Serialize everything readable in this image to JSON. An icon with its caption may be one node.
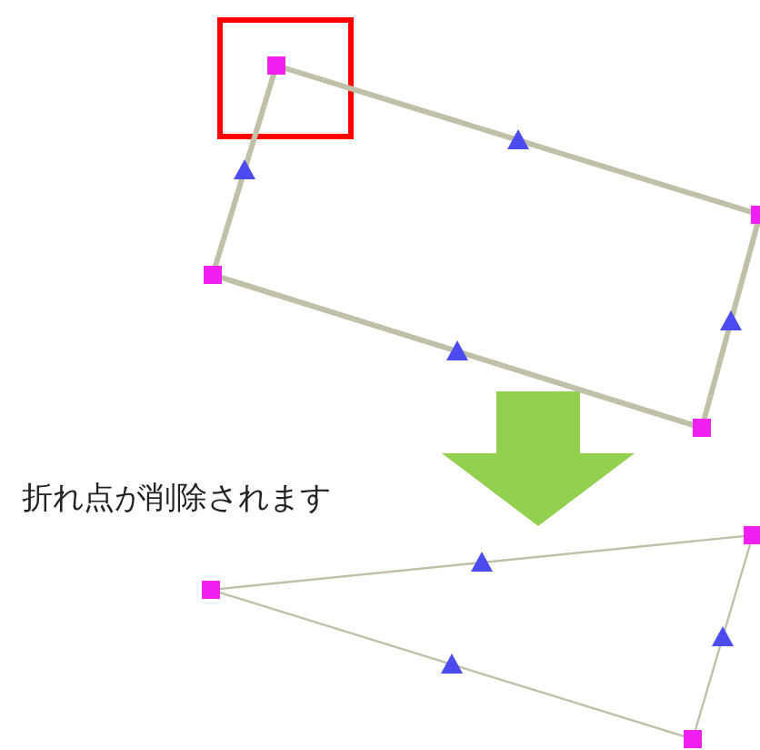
{
  "diagram": {
    "nodes": [
      {
        "text": [],
        "shape": "box"
      },
      {
        "text": [],
        "shape": "triangle"
      }
    ],
    "edges": [
      {
        "from": 0,
        "to": 1,
        "arrow": "to",
        "color": "#92d050"
      }
    ],
    "labels": [
      "折れ点が削除されます"
    ]
  }
}
